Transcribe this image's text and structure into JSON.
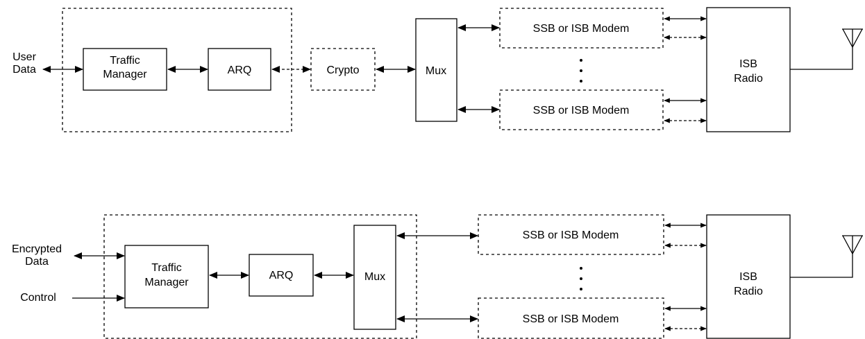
{
  "top": {
    "user_data_line1": "User",
    "user_data_line2": "Data",
    "traffic_manager_line1": "Traffic",
    "traffic_manager_line2": "Manager",
    "arq": "ARQ",
    "crypto": "Crypto",
    "mux": "Mux",
    "modem_1": "SSB or ISB Modem",
    "modem_2": "SSB or ISB Modem",
    "radio_line1": "ISB",
    "radio_line2": "Radio"
  },
  "bottom": {
    "encrypted_data_line1": "Encrypted",
    "encrypted_data_line2": "Data",
    "control": "Control",
    "traffic_manager_line1": "Traffic",
    "traffic_manager_line2": "Manager",
    "arq": "ARQ",
    "mux": "Mux",
    "modem_1": "SSB or ISB Modem",
    "modem_2": "SSB or ISB Modem",
    "radio_line1": "ISB",
    "radio_line2": "Radio"
  }
}
